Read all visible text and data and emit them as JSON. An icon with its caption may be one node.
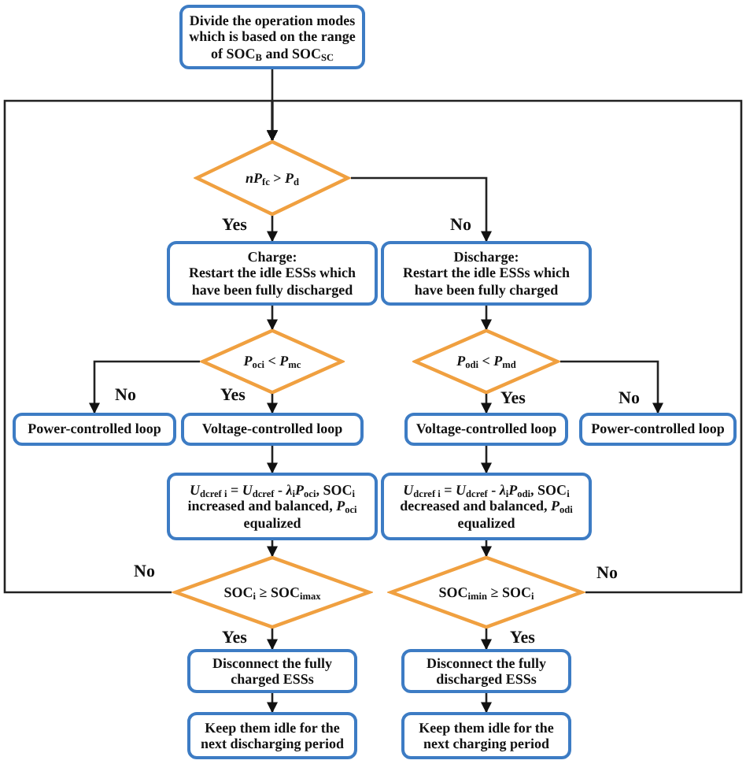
{
  "diagram": {
    "nodes": [
      {
        "text": [
          "Divide the operation modes which is based on the range of SOC$_{B}$ and SOC$_{SC}$"
        ]
      },
      {
        "text": [
          "*nP*$_{fc}$ > *P*$_{d}$"
        ]
      },
      {
        "text": [
          "Charge:",
          "Restart the idle ESSs which have been fully discharged"
        ]
      },
      {
        "text": [
          "Discharge:",
          "Restart the idle ESSs which have been fully charged"
        ]
      },
      {
        "text": [
          "*P*$_{oci}$ < *P*$_{mc}$"
        ]
      },
      {
        "text": [
          "*P*$_{odi}$ < *P*$_{md}$"
        ]
      },
      {
        "text": [
          "Power-controlled loop"
        ]
      },
      {
        "text": [
          "Voltage-controlled loop"
        ]
      },
      {
        "text": [
          "Voltage-controlled loop"
        ]
      },
      {
        "text": [
          "Power-controlled loop"
        ]
      },
      {
        "text": [
          "*U*$_{dcref i}$ = *U*$_{dcref}$ - *λ*$_{i}$*P*$_{oci}$, SOC$_{i}$ increased and balanced, *P*$_{oci}$ equalized"
        ]
      },
      {
        "text": [
          "*U*$_{dcref i}$ = *U*$_{dcref}$ - *λ*$_{i}$*P*$_{odi}$, SOC$_{i}$ decreased and balanced, *P*$_{odi}$ equalized"
        ]
      },
      {
        "text": [
          "SOC$_{i}$ ≥ SOC$_{imax}$"
        ]
      },
      {
        "text": [
          "SOC$_{imin}$ ≥ SOC$_{i}$"
        ]
      },
      {
        "text": [
          "Disconnect the fully charged ESSs"
        ]
      },
      {
        "text": [
          "Disconnect the fully discharged ESSs"
        ]
      },
      {
        "text": [
          "Keep them idle for the next discharging period"
        ]
      },
      {
        "text": [
          "Keep them idle for the next charging period"
        ]
      }
    ],
    "edges": [
      {
        "from": 0,
        "to": 1,
        "arrow": "to"
      },
      {
        "from": 12,
        "to": 1,
        "arrow": "to",
        "label": "No"
      },
      {
        "from": 13,
        "to": 1,
        "arrow": "to",
        "label": "No"
      },
      {
        "from": 1,
        "to": 2,
        "arrow": "to",
        "label": "Yes"
      },
      {
        "from": 1,
        "to": 3,
        "arrow": "to",
        "label": "No"
      },
      {
        "from": 2,
        "to": 4,
        "arrow": "to"
      },
      {
        "from": 3,
        "to": 5,
        "arrow": "to"
      },
      {
        "from": 4,
        "to": 6,
        "arrow": "to",
        "label": "No"
      },
      {
        "from": 4,
        "to": 7,
        "arrow": "to",
        "label": "Yes"
      },
      {
        "from": 5,
        "to": 8,
        "arrow": "to",
        "label": "Yes"
      },
      {
        "from": 5,
        "to": 9,
        "arrow": "to",
        "label": "No"
      },
      {
        "from": 7,
        "to": 10,
        "arrow": "to"
      },
      {
        "from": 8,
        "to": 11,
        "arrow": "to"
      },
      {
        "from": 10,
        "to": 12,
        "arrow": "to"
      },
      {
        "from": 11,
        "to": 13,
        "arrow": "to"
      },
      {
        "from": 12,
        "to": 14,
        "arrow": "to",
        "label": "Yes"
      },
      {
        "from": 13,
        "to": 15,
        "arrow": "to",
        "label": "Yes"
      },
      {
        "from": 14,
        "to": 16,
        "arrow": "to"
      },
      {
        "from": 15,
        "to": 17,
        "arrow": "to"
      }
    ]
  }
}
